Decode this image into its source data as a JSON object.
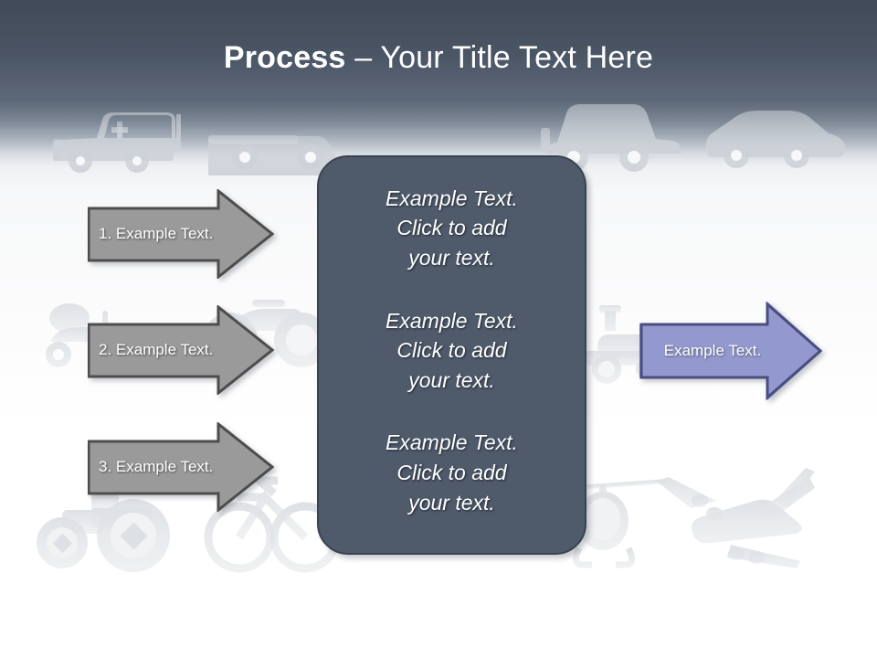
{
  "slide": {
    "title": {
      "bold_part": "Process",
      "rest_part": " – Your Title Text Here",
      "full": "Process – Your Title Text Here"
    },
    "colors": {
      "header_gradient_top": "#414a57",
      "background": "#ffffff",
      "step_arrow_fill": "#9a9a9a",
      "step_arrow_border": "#4d4d4d",
      "result_arrow_fill": "#9399ce",
      "result_arrow_border": "#494d80",
      "center_panel_fill": "#4f5a6b",
      "center_panel_border": "#3a4350",
      "text_on_shape": "#ffffff",
      "watermark": "#d6dade"
    },
    "steps": [
      {
        "label": "1. Example Text."
      },
      {
        "label": "2. Example Text."
      },
      {
        "label": "3. Example Text."
      }
    ],
    "center_panel": {
      "blocks": [
        "Example Text.\nClick  to add\nyour text.",
        "Example Text.\nClick  to add\nyour text.",
        "Example Text.\nClick  to add\nyour text."
      ]
    },
    "result": {
      "label": "Example Text."
    },
    "background_watermarks": [
      "ambulance-icon",
      "pickup-truck-icon",
      "suv-icon",
      "sedan-icon",
      "scooter-icon",
      "motorcycle-icon",
      "steam-locomotive-icon",
      "tractor-icon",
      "bicycle-icon",
      "helicopter-icon",
      "airplane-icon"
    ]
  }
}
